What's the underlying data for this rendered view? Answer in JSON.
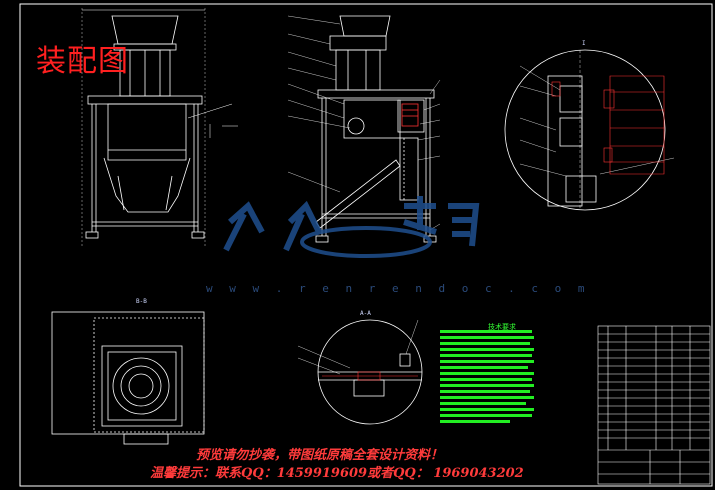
{
  "drawing": {
    "title": "装配图",
    "watermark_text": "w w w . r e n r e n d o c . c o m",
    "notice_line1": "预览请勿抄袭，带图纸原稿全套设计资料！",
    "notice_line2": "温馨提示：联系QQ：1459919609或者QQ： 1969043202",
    "notes_heading": "技术要求",
    "section_labels": {
      "detail_i": "I",
      "section_aa": "A-A",
      "section_bb": "B-B"
    }
  },
  "colors": {
    "background": "#000000",
    "line": "#ffffff",
    "title": "#ff2020",
    "notes": "#33ff33",
    "watermark": "#1f4f8f"
  }
}
